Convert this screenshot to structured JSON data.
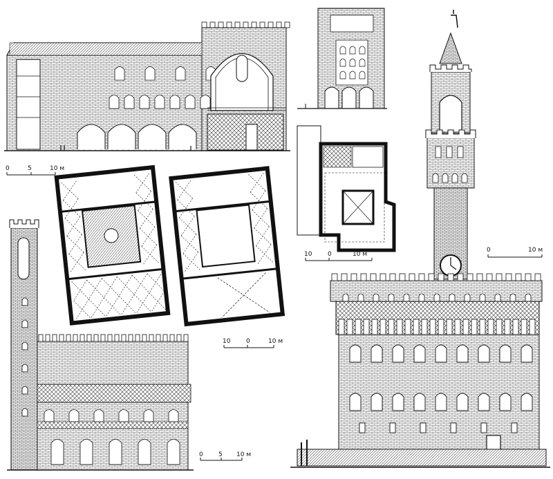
{
  "scale_bars": {
    "top_left": {
      "t0": "0",
      "t1": "5",
      "t2": "10 м"
    },
    "center_mid": {
      "t0": "10",
      "t1": "0",
      "t2": "10 м"
    },
    "right_plan": {
      "t0": "10",
      "t1": "0",
      "t2": "10 м"
    },
    "tower_right": {
      "t0": "0",
      "t1": "10 м"
    },
    "bottom_center": {
      "t0": "0",
      "t1": "5",
      "t2": "10 м"
    }
  },
  "colors": {
    "ink": "#111111",
    "paper": "#ffffff",
    "wall_fill": "#1a1a1a"
  }
}
